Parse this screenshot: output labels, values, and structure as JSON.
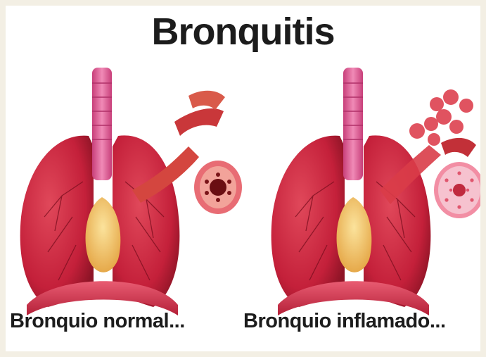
{
  "title": "Bronquitis",
  "captions": {
    "normal": "Bronquio normal...",
    "inflamed": "Bronquio inflamado..."
  },
  "icons": {
    "left": [
      "lungs-icon",
      "bronchus-normal-icon"
    ],
    "right": [
      "lungs-icon",
      "bronchus-inflamed-icon"
    ]
  },
  "colors": {
    "lung": "#c8283c",
    "lung_dark": "#8e1426",
    "trachea": "#e06a9c",
    "heart": "#f3c86a",
    "diaphragm": "#d8435a",
    "bronchus": "#d4463f",
    "inflamed_cross_section": "#f6c2cf"
  }
}
